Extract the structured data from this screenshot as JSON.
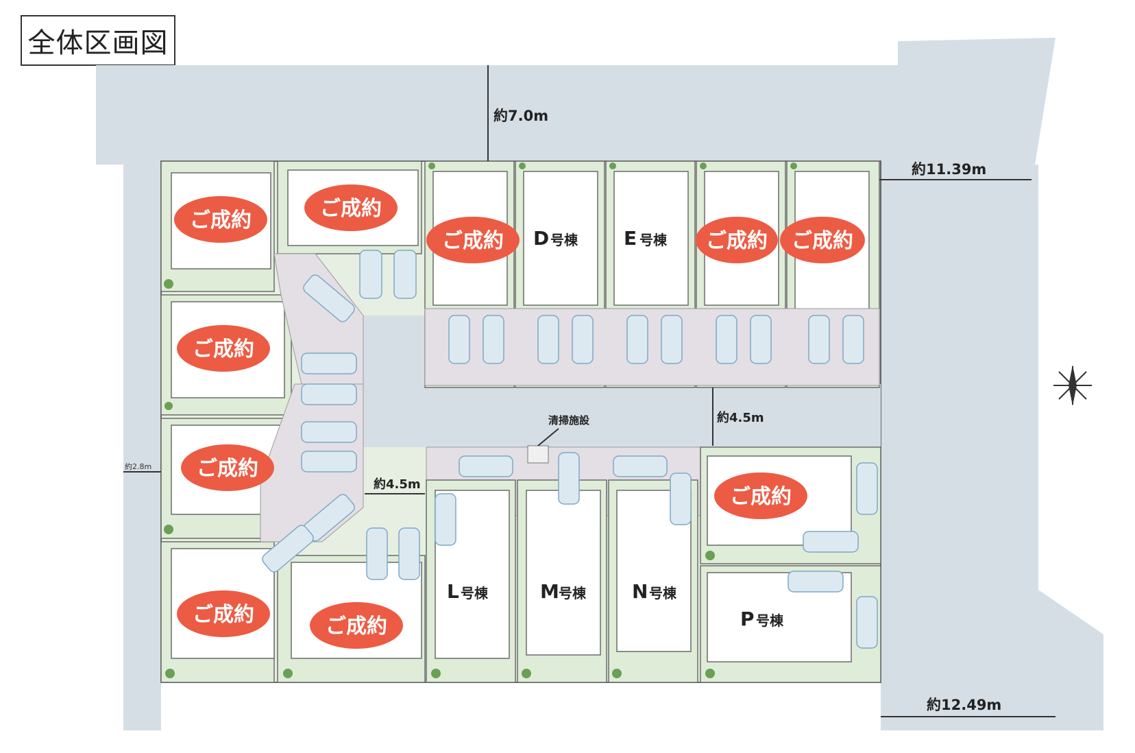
{
  "title": "全体区画図",
  "dimensions": {
    "top_road": "約7.0m",
    "right_road_top": "約11.39m",
    "right_road_bottom": "約12.49m",
    "inner_road_right": "約4.5m",
    "inner_road_left": "約4.5m",
    "left_road": "約2.8m"
  },
  "facility_label": "清掃施設",
  "sold_label": "ご成約",
  "building_suffix": "号棟",
  "lots": [
    {
      "id": "a",
      "status": "sold"
    },
    {
      "id": "b",
      "status": "sold"
    },
    {
      "id": "c",
      "status": "sold"
    },
    {
      "id": "d",
      "status": "available",
      "letter": "D"
    },
    {
      "id": "e",
      "status": "available",
      "letter": "E"
    },
    {
      "id": "f",
      "status": "sold"
    },
    {
      "id": "g",
      "status": "sold"
    },
    {
      "id": "h",
      "status": "sold"
    },
    {
      "id": "i",
      "status": "sold"
    },
    {
      "id": "j",
      "status": "sold"
    },
    {
      "id": "k",
      "status": "sold"
    },
    {
      "id": "l",
      "status": "available",
      "letter": "L"
    },
    {
      "id": "m",
      "status": "available",
      "letter": "M"
    },
    {
      "id": "n",
      "status": "available",
      "letter": "N"
    },
    {
      "id": "o",
      "status": "sold"
    },
    {
      "id": "p",
      "status": "available",
      "letter": "P"
    }
  ],
  "colors": {
    "sold_badge": "#ec5b43",
    "road": "#d6dee5",
    "lot_green": "#dfecd8",
    "parking": "#e3dfe4",
    "car": "#7fa8c6"
  }
}
